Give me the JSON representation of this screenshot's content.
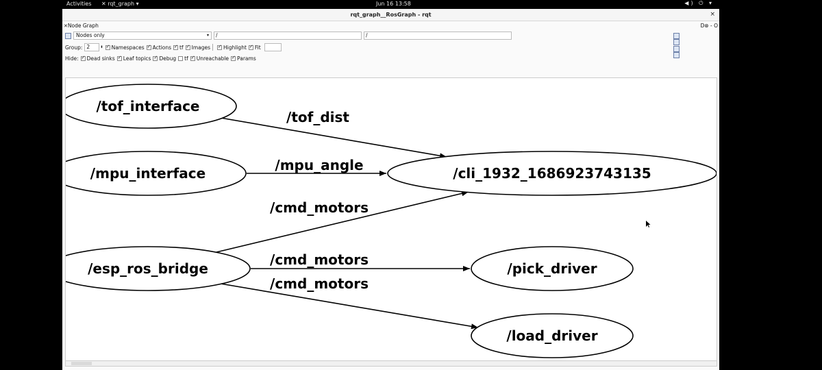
{
  "topbar": {
    "activities": "Activities",
    "app_menu": "✕ rqt_graph ▾",
    "clock": "Jun 16  13:58",
    "system_icons": "◀) ⏻ ▾"
  },
  "window": {
    "title": "rqt_graph__RosGraph - rqt",
    "close": "×"
  },
  "plugin": {
    "title": "Node Graph",
    "right_tools": "D⊗ - O"
  },
  "toolbar": {
    "graph_mode": "Nodes only",
    "ns_filter": "/",
    "topic_filter": "/"
  },
  "options": {
    "group_label": "Group:",
    "group_value": "2",
    "namespaces": "Namespaces",
    "actions": "Actions",
    "tf": "tf",
    "images": "Images",
    "highlight": "Highlight",
    "fit": "Fit"
  },
  "hide": {
    "label": "Hide:",
    "dead_sinks": "Dead sinks",
    "leaf_topics": "Leaf topics",
    "debug": "Debug",
    "tf": "tf",
    "unreachable": "Unreachable",
    "params": "Params"
  },
  "graph": {
    "nodes": {
      "tof_interface": "/tof_interface",
      "mpu_interface": "/mpu_interface",
      "esp_ros_bridge": "/esp_ros_bridge",
      "cli": "/cli_1932_1686923743135",
      "pick_driver": "/pick_driver",
      "load_driver": "/load_driver"
    },
    "edges": {
      "tof_dist": "/tof_dist",
      "mpu_angle": "/mpu_angle",
      "cmd_motors_cli": "/cmd_motors",
      "cmd_motors_pick": "/cmd_motors",
      "cmd_motors_load": "/cmd_motors"
    }
  }
}
